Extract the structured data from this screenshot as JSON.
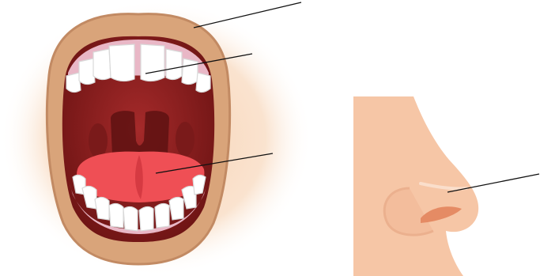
{
  "figure": {
    "panels": [
      {
        "id": "mouth",
        "labels": [
          "lips",
          "teeth",
          "tongue"
        ]
      },
      {
        "id": "nose",
        "labels": [
          "nose"
        ]
      }
    ],
    "label_texts": {
      "lips": "",
      "teeth": "",
      "tongue": "",
      "nose": ""
    },
    "colors": {
      "background": "#ffffff",
      "skin_glow": "#f9dcc4",
      "lip": "#d9a47a",
      "lip_edge": "#c28a63",
      "mouth_cavity": "#8a1f1f",
      "throat": "#5e1212",
      "tooth": "#ffffff",
      "gum": "#e9b7c6",
      "tongue": "#ef4f55",
      "nose_skin": "#f6c6a6",
      "nostril": "#e58b64",
      "leader_line": "#111111"
    }
  }
}
